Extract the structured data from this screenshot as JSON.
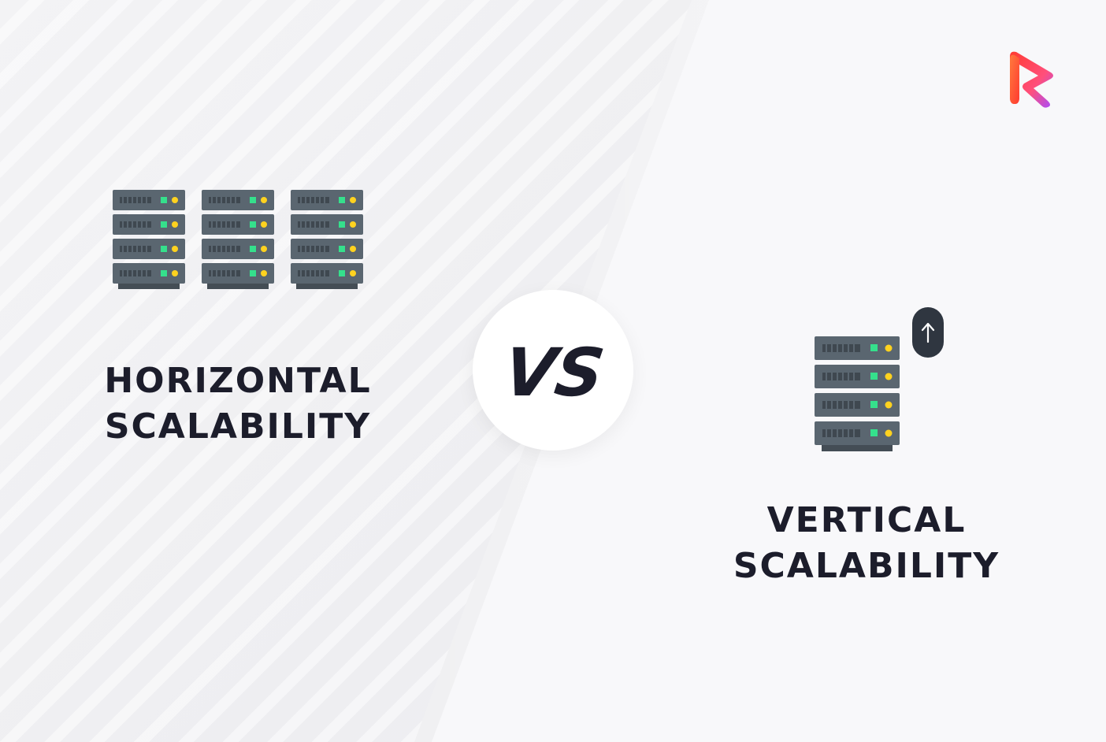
{
  "left_section": {
    "title_line1": "HORIZONTAL",
    "title_line2": "SCALABILITY",
    "server_count": 3,
    "icon": "server-rack-icon"
  },
  "right_section": {
    "title_line1": "VERTICAL",
    "title_line2": "SCALABILITY",
    "icon": "server-rack-icon",
    "badge_icon": "arrow-up-icon"
  },
  "center": {
    "vs_text": "VS"
  },
  "brand": {
    "logo_icon": "brand-r-logo-icon",
    "gradient": [
      "#ff3b30",
      "#ff5e7e",
      "#a64dff"
    ]
  },
  "colors": {
    "server_body": "#5a6670",
    "server_slot_dark": "#3f4850",
    "led_green": "#35e08c",
    "led_yellow": "#ffd21f",
    "text_dark": "#1c1d2b"
  }
}
